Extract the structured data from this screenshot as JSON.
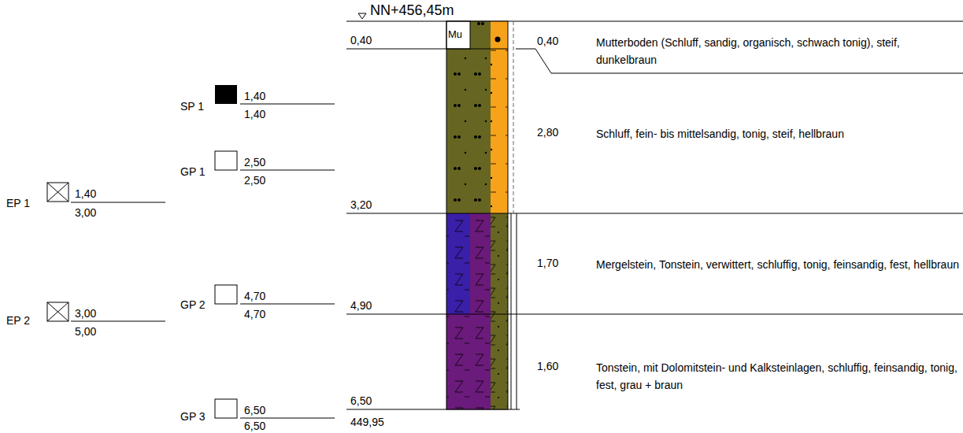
{
  "diagram": {
    "labels": [
      "NN+456,45m",
      "0,40",
      "3,20",
      "4,90",
      "6,50",
      "449,95",
      "0,40",
      "Mutterboden (Schluff, sandig, organisch, schwach tonig), steif, dunkelbraun",
      "2,80",
      "Schluff, fein- bis mittelsandig, tonig, steif, hellbraun",
      "1,70",
      "Mergelstein, Tonstein, verwittert, schluffig, tonig, feinsandig, fest, hellbraun",
      "1,60",
      "Tonstein, mit Dolomitstein- und Kalksteinlagen, schluffig, feinsandig, tonig, fest, grau + braun",
      "SP 1",
      "1,40",
      "1,40",
      "GP 1",
      "2,50",
      "2,50",
      "GP 2",
      "4,70",
      "4,70",
      "GP 3",
      "6,50",
      "6,50",
      "EP 1",
      "1,40",
      "3,00",
      "EP 2",
      "3,00",
      "5,00",
      "Mu"
    ]
  }
}
